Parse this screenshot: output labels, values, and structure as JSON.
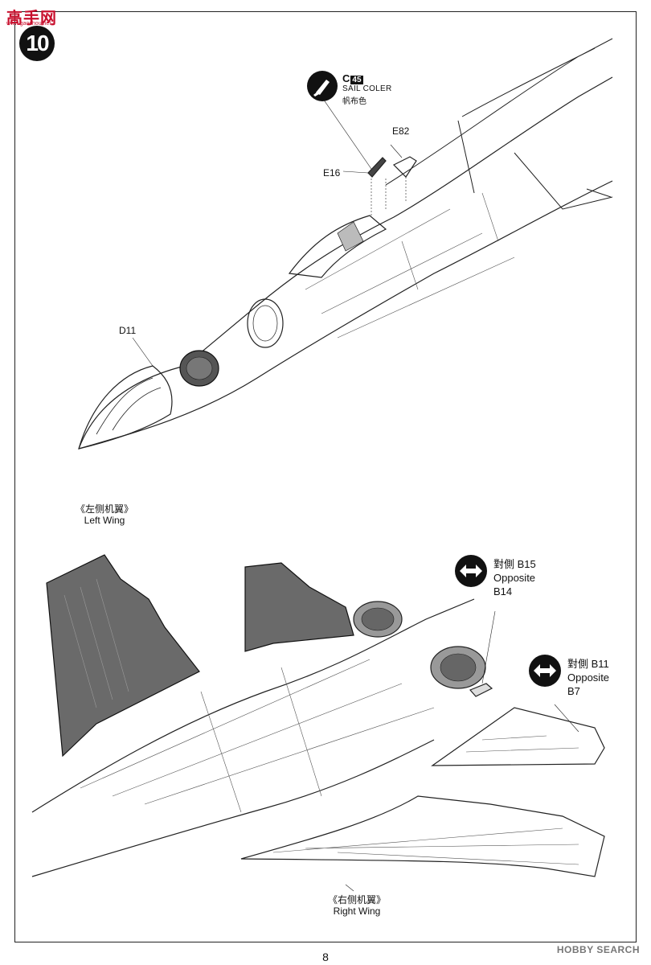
{
  "header": {
    "site_logo_text": "高手网",
    "site_logo_sub": "www.gaoshou.net",
    "step_number": "10"
  },
  "paint_callout": {
    "code_letter": "C",
    "code_number": "45",
    "name_en": "SAIL COLER",
    "name_cn": "帆布色",
    "icon": "paint-brush-icon"
  },
  "parts": {
    "e82": "E82",
    "e16": "E16",
    "d11": "D11"
  },
  "left_wing": {
    "cn": "《左侧机翼》",
    "en": "Left Wing"
  },
  "right_wing": {
    "cn": "《右侧机翼》",
    "en": "Right Wing"
  },
  "opposite_1": {
    "line1": "對側 B15",
    "line2": "Opposite",
    "line3": "B14",
    "icon": "double-arrow-icon"
  },
  "opposite_2": {
    "line1": "對側 B11",
    "line2": "Opposite",
    "line3": "B7",
    "icon": "double-arrow-icon"
  },
  "footer": {
    "page_number": "8",
    "watermark": "HOBBY SEARCH"
  }
}
